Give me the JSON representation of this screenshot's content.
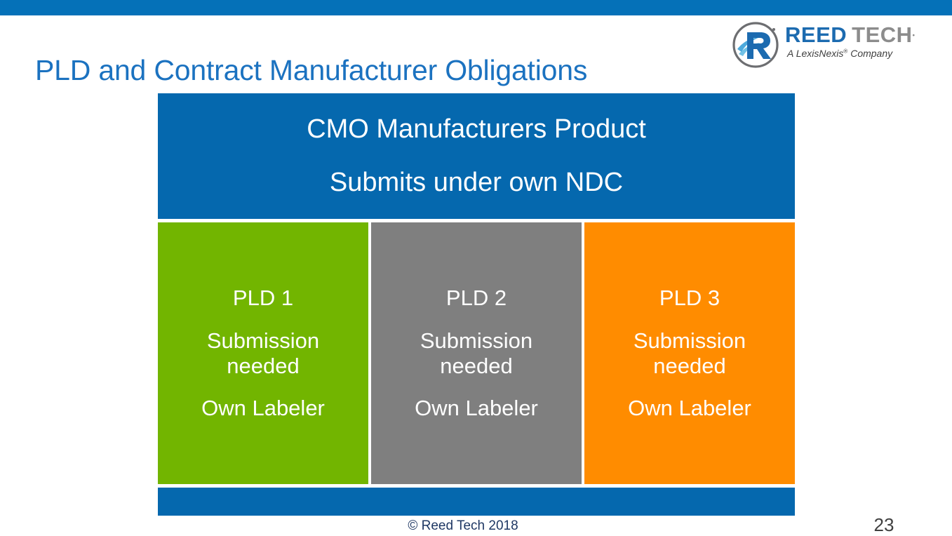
{
  "slide": {
    "title": "PLD and Contract Manufacturer Obligations",
    "top_bar_color": "#0571B8",
    "title_color": "#1B72C0"
  },
  "logo": {
    "mark": "reed-tech-circular-r-mark",
    "word_primary": "REED",
    "word_secondary": "TECH",
    "registered_mark": "˚",
    "tagline": "A LexisNexis",
    "tagline_reg": "®",
    "tagline_suffix": " Company",
    "primary_color": "#1C6BB0",
    "secondary_color": "#8C8C8C"
  },
  "diagram": {
    "header": {
      "line1": "CMO Manufacturers Product",
      "line2": "Submits under own NDC",
      "color": "#0568AE"
    },
    "columns": [
      {
        "title": "PLD 1",
        "subtitle": "Submission needed",
        "note": "Own Labeler",
        "color": "#72B500",
        "name": "pld-1-column"
      },
      {
        "title": "PLD 2",
        "subtitle": "Submission needed",
        "note": "Own Labeler",
        "color": "#7F7F7F",
        "name": "pld-2-column"
      },
      {
        "title": "PLD 3",
        "subtitle": "Submission needed",
        "note": "Own Labeler",
        "color": "#FF8C00",
        "name": "pld-3-column"
      }
    ],
    "footer_bar_color": "#0568AE"
  },
  "footer": {
    "copyright": "© Reed Tech 2018",
    "page_number": "23"
  }
}
